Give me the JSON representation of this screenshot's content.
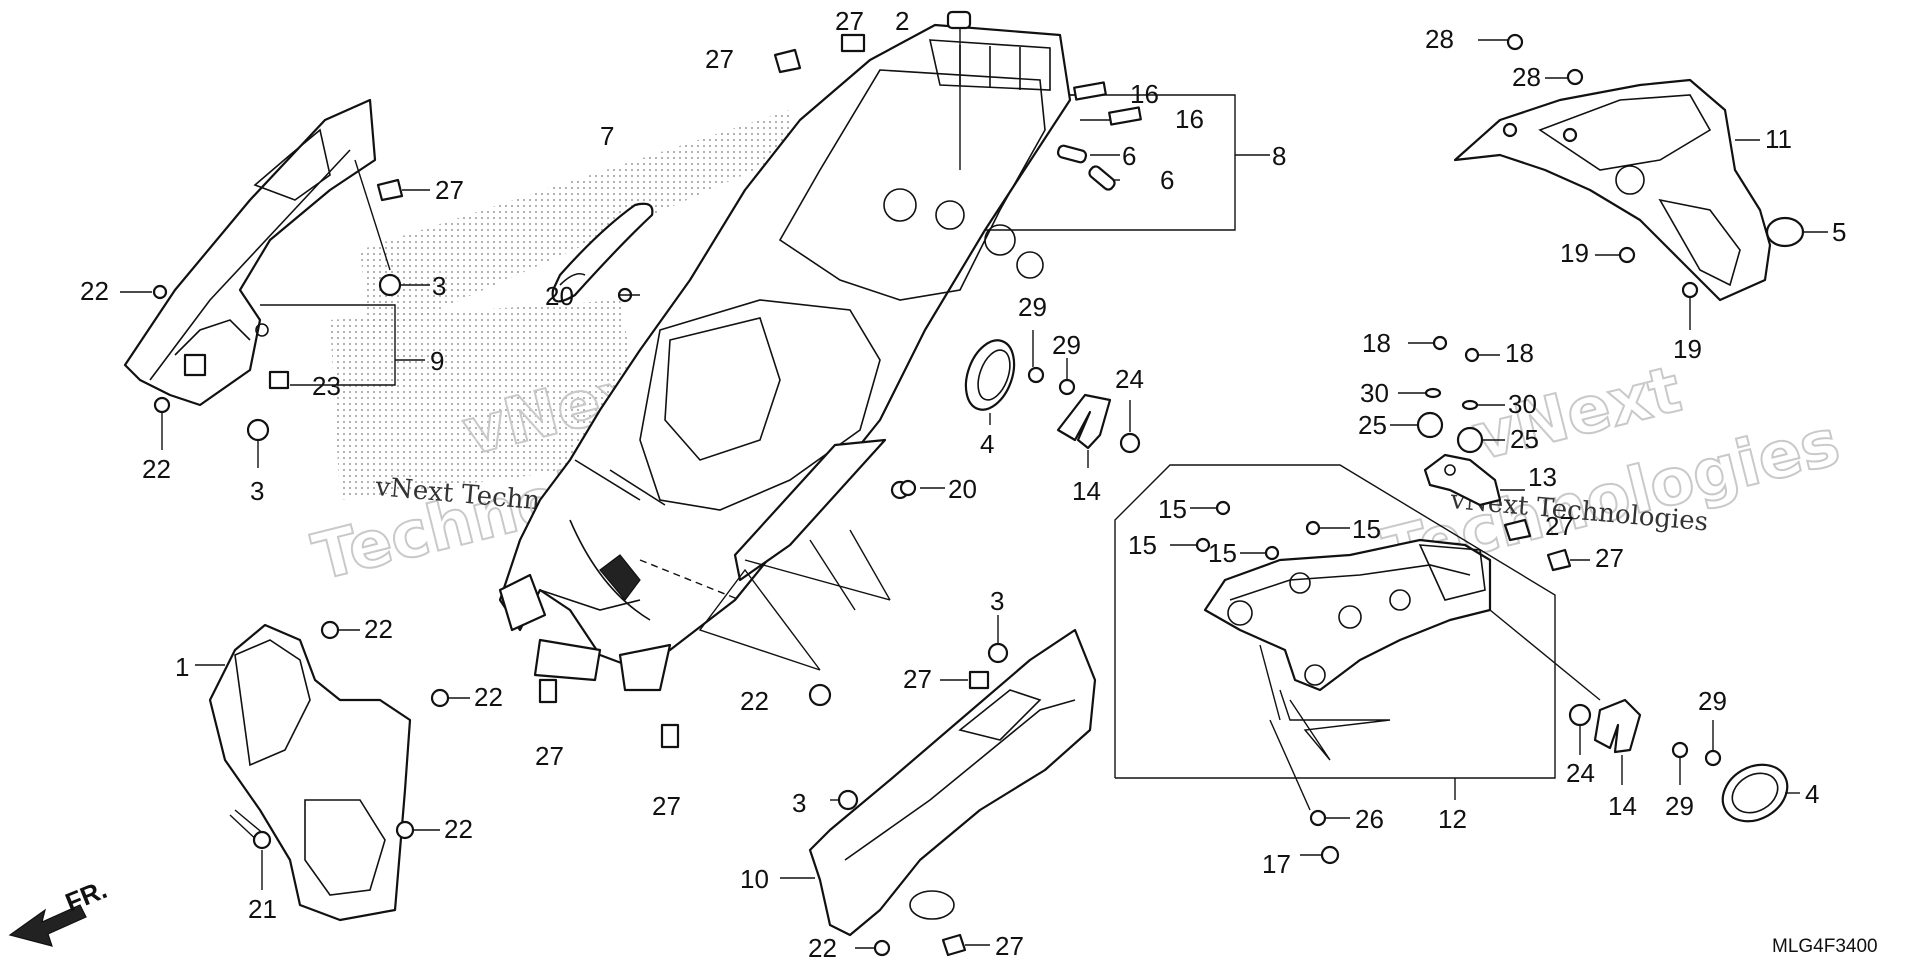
{
  "diagram": {
    "code": "MLG4F3400",
    "direction_label": "FR.",
    "watermark_lines": [
      "vNext",
      "Technologies",
      "vNext Technologies"
    ],
    "callouts": [
      "1",
      "2",
      "3",
      "3",
      "3",
      "3",
      "4",
      "4",
      "5",
      "6",
      "6",
      "7",
      "8",
      "9",
      "10",
      "11",
      "12",
      "13",
      "14",
      "14",
      "15",
      "15",
      "15",
      "15",
      "16",
      "16",
      "17",
      "18",
      "18",
      "19",
      "19",
      "20",
      "20",
      "21",
      "22",
      "22",
      "22",
      "22",
      "22",
      "22",
      "22",
      "23",
      "24",
      "24",
      "25",
      "25",
      "26",
      "27",
      "27",
      "27",
      "27",
      "27",
      "27",
      "27",
      "27",
      "27",
      "28",
      "28",
      "29",
      "29",
      "29",
      "30",
      "30"
    ]
  }
}
